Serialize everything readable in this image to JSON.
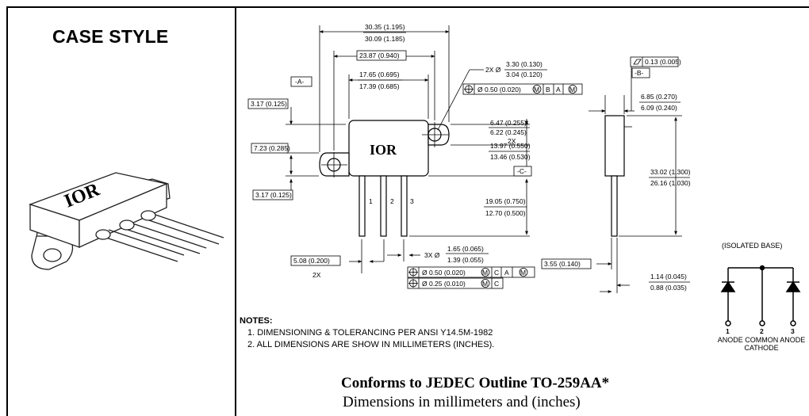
{
  "case_style": "CASE STYLE",
  "logo_text": "IOR",
  "dims": {
    "overall_len": [
      "30.35 (1.195)",
      "30.09 (1.185)"
    ],
    "pin_span": "23.87 (0.940)",
    "body_len": [
      "17.65 (0.695)",
      "17.39 (0.685)"
    ],
    "hole_dia_label": "2X Ø",
    "hole_dia": [
      "3.30 (0.130)",
      "3.04 (0.120)"
    ],
    "hole_pos_tol": [
      "Ø 0.50 (0.020)",
      "M",
      "B",
      "A",
      "M"
    ],
    "datum_a": "-A-",
    "datum_b": "-B-",
    "datum_c": "-C-",
    "flatness": "0.13 (0.005)",
    "side_width": [
      "6.85 (0.270)",
      "6.09 (0.240)"
    ],
    "left_top": "3.17 (0.125)",
    "left_mid": "7.23 (0.285)",
    "left_bottom": "3.17 (0.125)",
    "hole_y": [
      "6.47 (0.255)",
      "6.22 (0.245)"
    ],
    "hole_y_count": "2X",
    "body_h": [
      "13.97 (0.550)",
      "13.46 (0.530)"
    ],
    "lead_len": [
      "19.05 (0.750)",
      "12.70 (0.500)"
    ],
    "total_h": [
      "33.02 (1.300)",
      "26.16 (1.030)"
    ],
    "pin_pitch": "5.08 (0.200)",
    "pin_pitch_count": "2X",
    "lead_dia_label": "3X Ø",
    "lead_dia": [
      "1.65 (0.065)",
      "1.39 (0.055)"
    ],
    "lead_tol_1": [
      "Ø 0.50 (0.020)",
      "M",
      "C",
      "A",
      "M"
    ],
    "lead_tol_2": [
      "Ø 0.25 (0.010)",
      "M",
      "C"
    ],
    "side_offset": "3.55 (0.140)",
    "lead_thk": [
      "1.14 (0.045)",
      "0.88 (0.035)"
    ],
    "pin_labels": [
      "1",
      "2",
      "3"
    ]
  },
  "notes": {
    "heading": "NOTES:",
    "items": [
      "1. DIMENSIONING & TOLERANCING PER ANSI Y14.5M-1982",
      "2. ALL DIMENSIONS ARE SHOW IN MILLIMETERS (INCHES)."
    ]
  },
  "schematic": {
    "title": "(ISOLATED BASE)",
    "pins": [
      "1",
      "2",
      "3"
    ],
    "pin_names": "ANODE COMMON ANODE",
    "pin_names_2": "CATHODE"
  },
  "footer": {
    "conforms": "Conforms to JEDEC Outline TO-259AA*",
    "dims_note": "Dimensions in millimeters and (inches)"
  }
}
